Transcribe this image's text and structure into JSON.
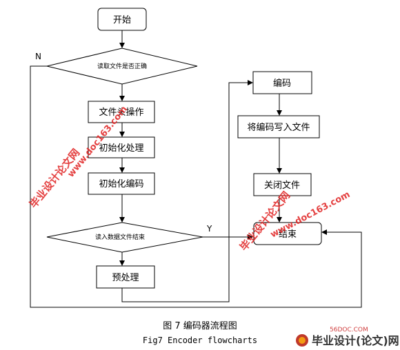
{
  "nodes": {
    "start": "开始",
    "read_ok": "读取文件是否正确",
    "header_op": "文件头操作",
    "init_proc": "初始化处理",
    "init_enc": "初始化编码",
    "read_end": "读入数据文件结束",
    "preprocess": "预处理",
    "encode": "编码",
    "write_enc": "将编码写入文件",
    "close_file": "关闭文件",
    "end": "结束"
  },
  "edge_labels": {
    "no": "N",
    "yes": "Y"
  },
  "caption": {
    "cn": "图 7  编码器流程图",
    "en": "Fig7 Encoder flowcharts"
  },
  "watermarks": {
    "site_cn": "毕业设计论文网",
    "site_url": "www.doc163.com",
    "corner_small": "56DOC.COM",
    "corner_brand": "毕业设计(论文)网"
  }
}
